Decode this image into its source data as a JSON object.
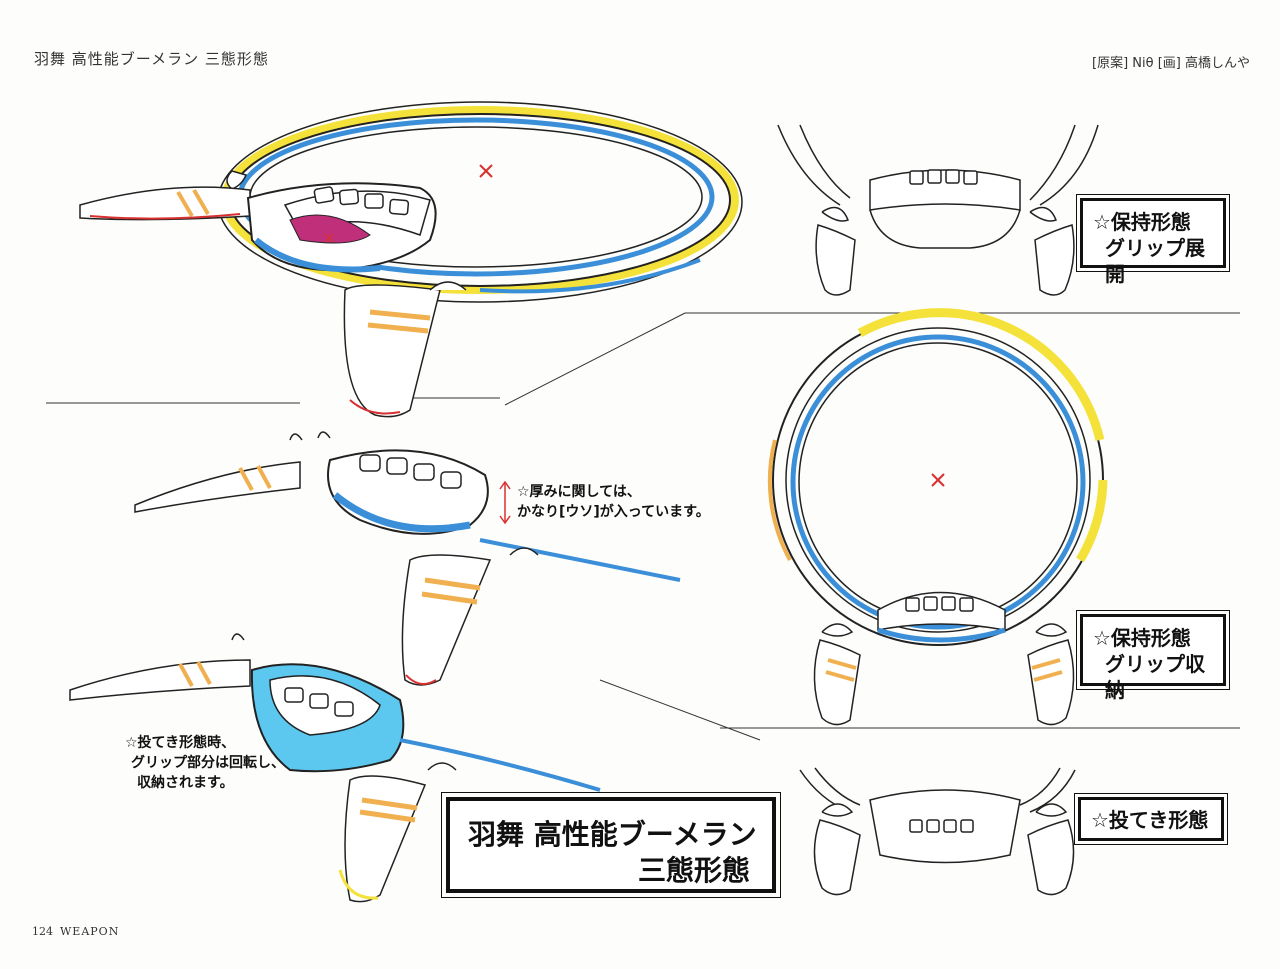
{
  "header": {
    "title": "羽舞 高性能ブーメラン 三態形態",
    "credit": "[原案] Niθ [画] 高橋しんや"
  },
  "footer": {
    "page_number": "124",
    "section": "WEAPON"
  },
  "labels": {
    "hold_open": [
      "☆保持形態",
      "グリップ展開"
    ],
    "hold_stowed": [
      "☆保持形態",
      "グリップ収納"
    ],
    "throw": "☆投てき形態"
  },
  "notes": {
    "thickness": [
      "☆厚みに関しては、",
      "かなり[ウソ]が入っています。"
    ],
    "rotation": [
      "☆投てき形態時、",
      "グリップ部分は回転し、",
      "収納されます。"
    ]
  },
  "title_box": {
    "line1": "羽舞 高性能ブーメラン",
    "line2": "三態形態"
  },
  "colors": {
    "line": "#222222",
    "blue": "#3a8fd8",
    "cyan": "#5cc8f0",
    "yellow": "#f4e23a",
    "orange": "#f0b050",
    "red": "#d83030",
    "magenta": "#c0307a"
  }
}
